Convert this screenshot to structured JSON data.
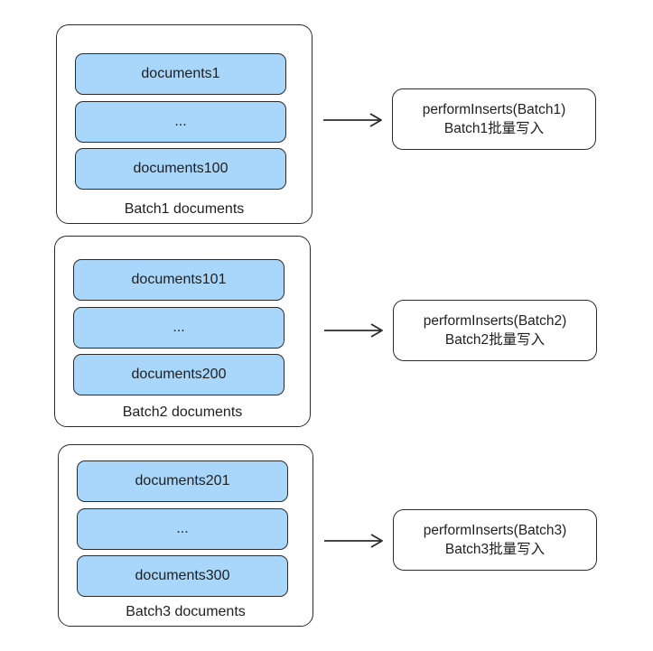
{
  "batches": [
    {
      "documents": [
        "documents1",
        "...",
        "documents100"
      ],
      "label": "Batch1 documents",
      "operation": {
        "call": "performInserts(Batch1)",
        "desc": "Batch1批量写入"
      }
    },
    {
      "documents": [
        "documents101",
        "...",
        "documents200"
      ],
      "label": "Batch2 documents",
      "operation": {
        "call": "performInserts(Batch2)",
        "desc": "Batch2批量写入"
      }
    },
    {
      "documents": [
        "documents201",
        "...",
        "documents300"
      ],
      "label": "Batch3 documents",
      "operation": {
        "call": "performInserts(Batch3)",
        "desc": "Batch3批量写入"
      }
    }
  ],
  "colors": {
    "document_fill": "#a9d6fb",
    "stroke": "#2b2b2b",
    "background": "#ffffff"
  }
}
